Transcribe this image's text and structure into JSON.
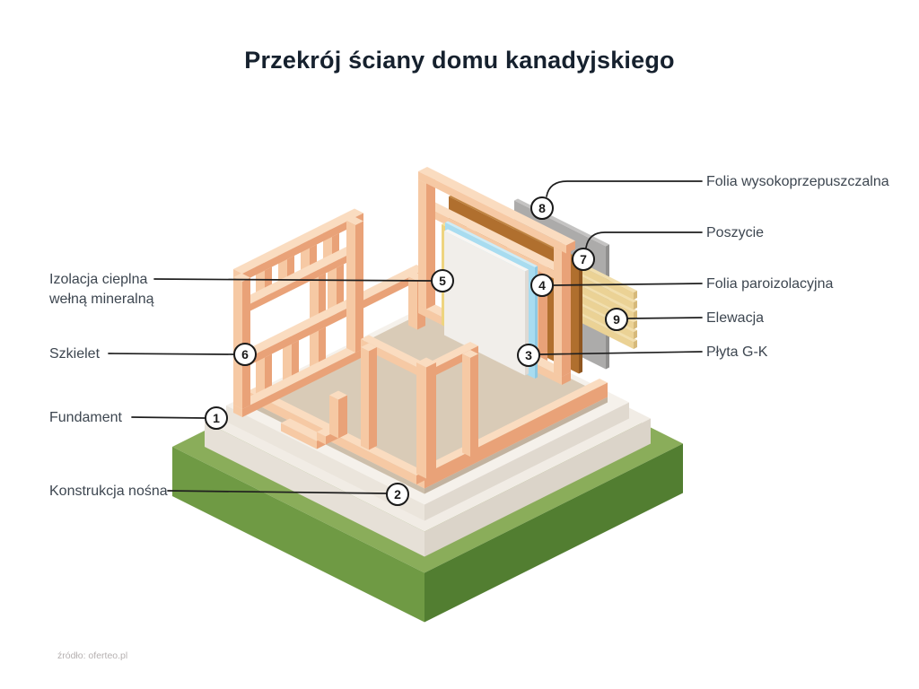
{
  "title": "Przekrój ściany domu kanadyjskiego",
  "source_credit": "źródło: oferteo.pl",
  "labels": {
    "left": [
      {
        "num": "5",
        "text": "Izolacja cieplna wełną mineralną"
      },
      {
        "num": "6",
        "text": "Szkielet"
      },
      {
        "num": "1",
        "text": "Fundament"
      },
      {
        "num": "2",
        "text": "Konstrukcja nośna"
      }
    ],
    "right": [
      {
        "num": "8",
        "text": "Folia wysokoprzepuszczalna"
      },
      {
        "num": "7",
        "text": "Poszycie"
      },
      {
        "num": "4",
        "text": "Folia paroizolacyjna"
      },
      {
        "num": "9",
        "text": "Elewacja"
      },
      {
        "num": "3",
        "text": "Płyta G-K"
      }
    ]
  },
  "badges": {
    "b1": "1",
    "b2": "2",
    "b3": "3",
    "b4": "4",
    "b5": "5",
    "b6": "6",
    "b7": "7",
    "b8": "8",
    "b9": "9"
  },
  "colors": {
    "title_text": "#16212e",
    "label_text": "#3d4650",
    "leader_line": "#1f1f1f",
    "badge_border": "#1a1a1a",
    "grass": {
      "t": "#8aad5a",
      "l": "#6f9a44",
      "r": "#527e31"
    },
    "concrete": {
      "t": "#f1ece5",
      "l": "#e6e0d7",
      "r": "#dbd4c9"
    },
    "concrete2": {
      "t": "#f5f1eb",
      "l": "#ebe5dc",
      "r": "#e0d9cf"
    },
    "floor": {
      "t": "#d9cbb7",
      "l": "#cdbfab",
      "r": "#c2b3a0"
    },
    "wood": {
      "t": "#fadcc0",
      "l": "#f6c9a4",
      "r": "#e9a278"
    },
    "insulation": {
      "t": "#f4e2a0",
      "l": "#eed47f",
      "r": "#dab95e"
    },
    "foil": {
      "t": "#cdecf8",
      "l": "#a8dcf0",
      "r": "#8ec9e3"
    },
    "gypsum": {
      "t": "#f8f6f3",
      "l": "#f1eeea",
      "r": "#ded9d3"
    },
    "osb": {
      "t": "#c08440",
      "l": "#b06f2e",
      "r": "#8f5620"
    },
    "membrane": {
      "t": "#c4c3c2",
      "l": "#acabaa",
      "r": "#908f8e"
    },
    "siding": {
      "t": "#f2dfae",
      "l": "#ebd295",
      "r": "#d6b97a"
    }
  }
}
